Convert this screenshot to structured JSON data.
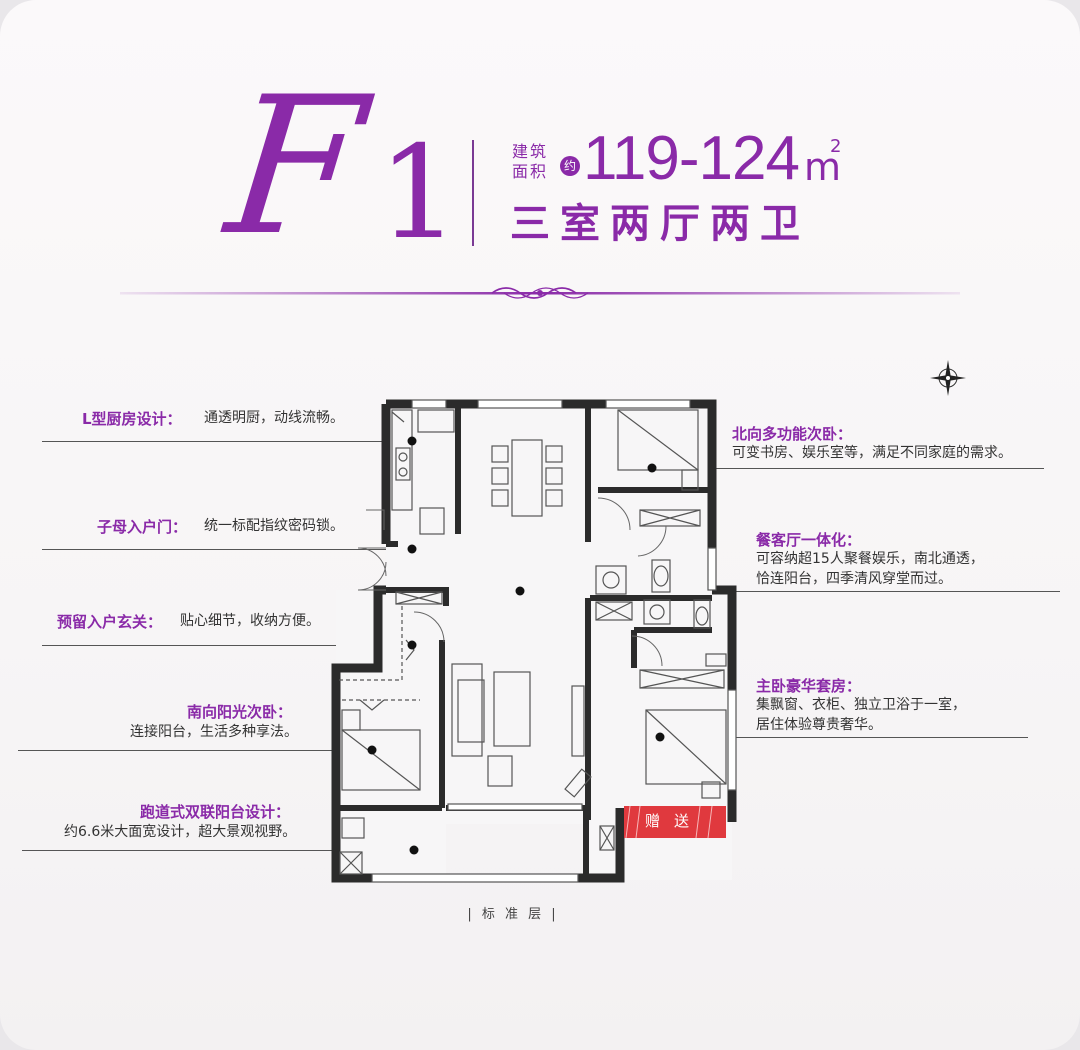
{
  "header": {
    "model": "F",
    "model_number": "1",
    "area_label": "建筑面积",
    "area_approx": "约",
    "area_value": "119-124",
    "area_unit": "m",
    "area_unit_sup": "2",
    "room_type": "三室两厅两卫"
  },
  "notes": [
    {
      "title": "L型厨房设计：",
      "text": "通透明厨，动线流畅。"
    },
    {
      "title": "子母入户门：",
      "text": "统一标配指纹密码锁。"
    },
    {
      "title": "预留入户玄关：",
      "text": "贴心细节，收纳方便。"
    },
    {
      "title": "南向阳光次卧：",
      "text": "连接阳台，生活多种享法。"
    },
    {
      "title": "跑道式双联阳台设计：",
      "text": "约6.6米大面宽设计，超大景观视野。"
    },
    {
      "title": "北向多功能次卧：",
      "text": "可变书房、娱乐室等，满足不同家庭的需求。"
    },
    {
      "title": "餐客厅一体化：",
      "text": "可容纳超15人聚餐娱乐，南北通透，",
      "text2": "恰连阳台，四季清风穿堂而过。"
    },
    {
      "title": "主卧豪华套房：",
      "text": "集飘窗、衣柜、独立卫浴于一室，",
      "text2": "居住体验尊贵奢华。"
    }
  ],
  "plan": {
    "gift_label": "赠送",
    "floor_label": "| 标 准 层 |"
  },
  "colors": {
    "accent": "#8a2aa8",
    "wall": "#2b2b2b",
    "gift": "#e0393e"
  },
  "icons": [
    "compass-icon",
    "ornament-divider-icon"
  ]
}
